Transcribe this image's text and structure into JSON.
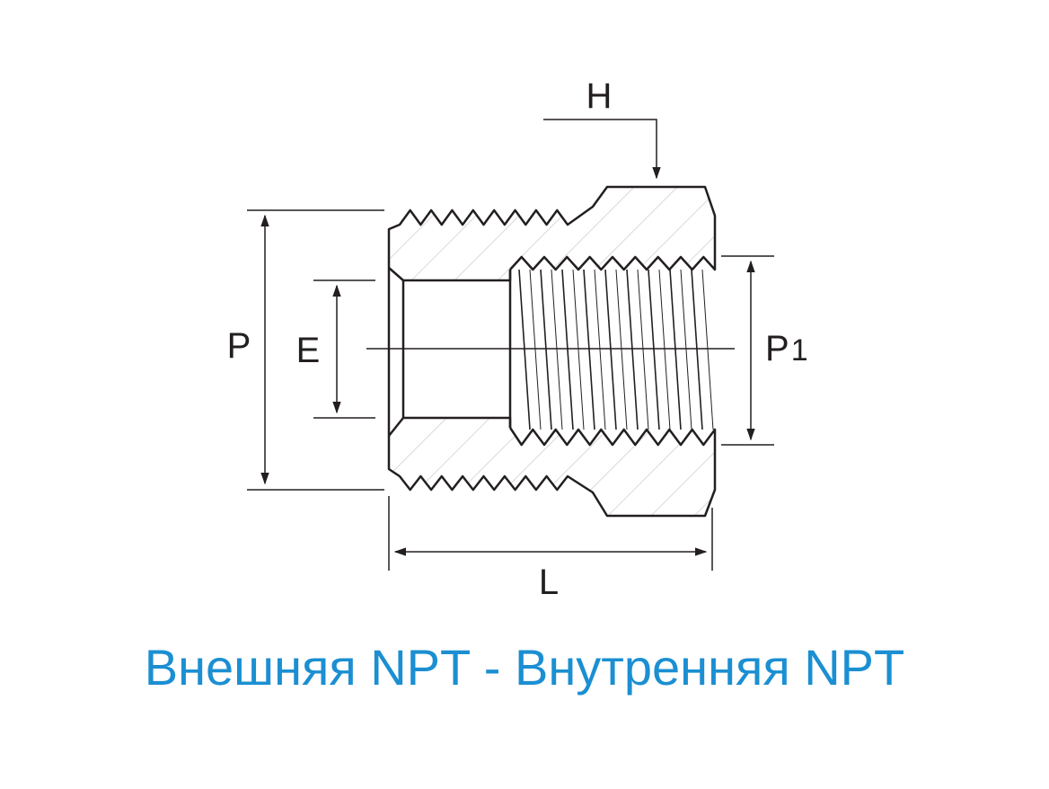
{
  "title": "Внешняя NPT - Внутренняя NPT",
  "labels": {
    "h": "H",
    "p": "P",
    "e": "E",
    "p1_main": "P",
    "p1_sub": "1",
    "l": "L"
  },
  "colors": {
    "line": "#231f20",
    "hatch": "#d9d9d9",
    "caption": "#1b8fd2"
  }
}
